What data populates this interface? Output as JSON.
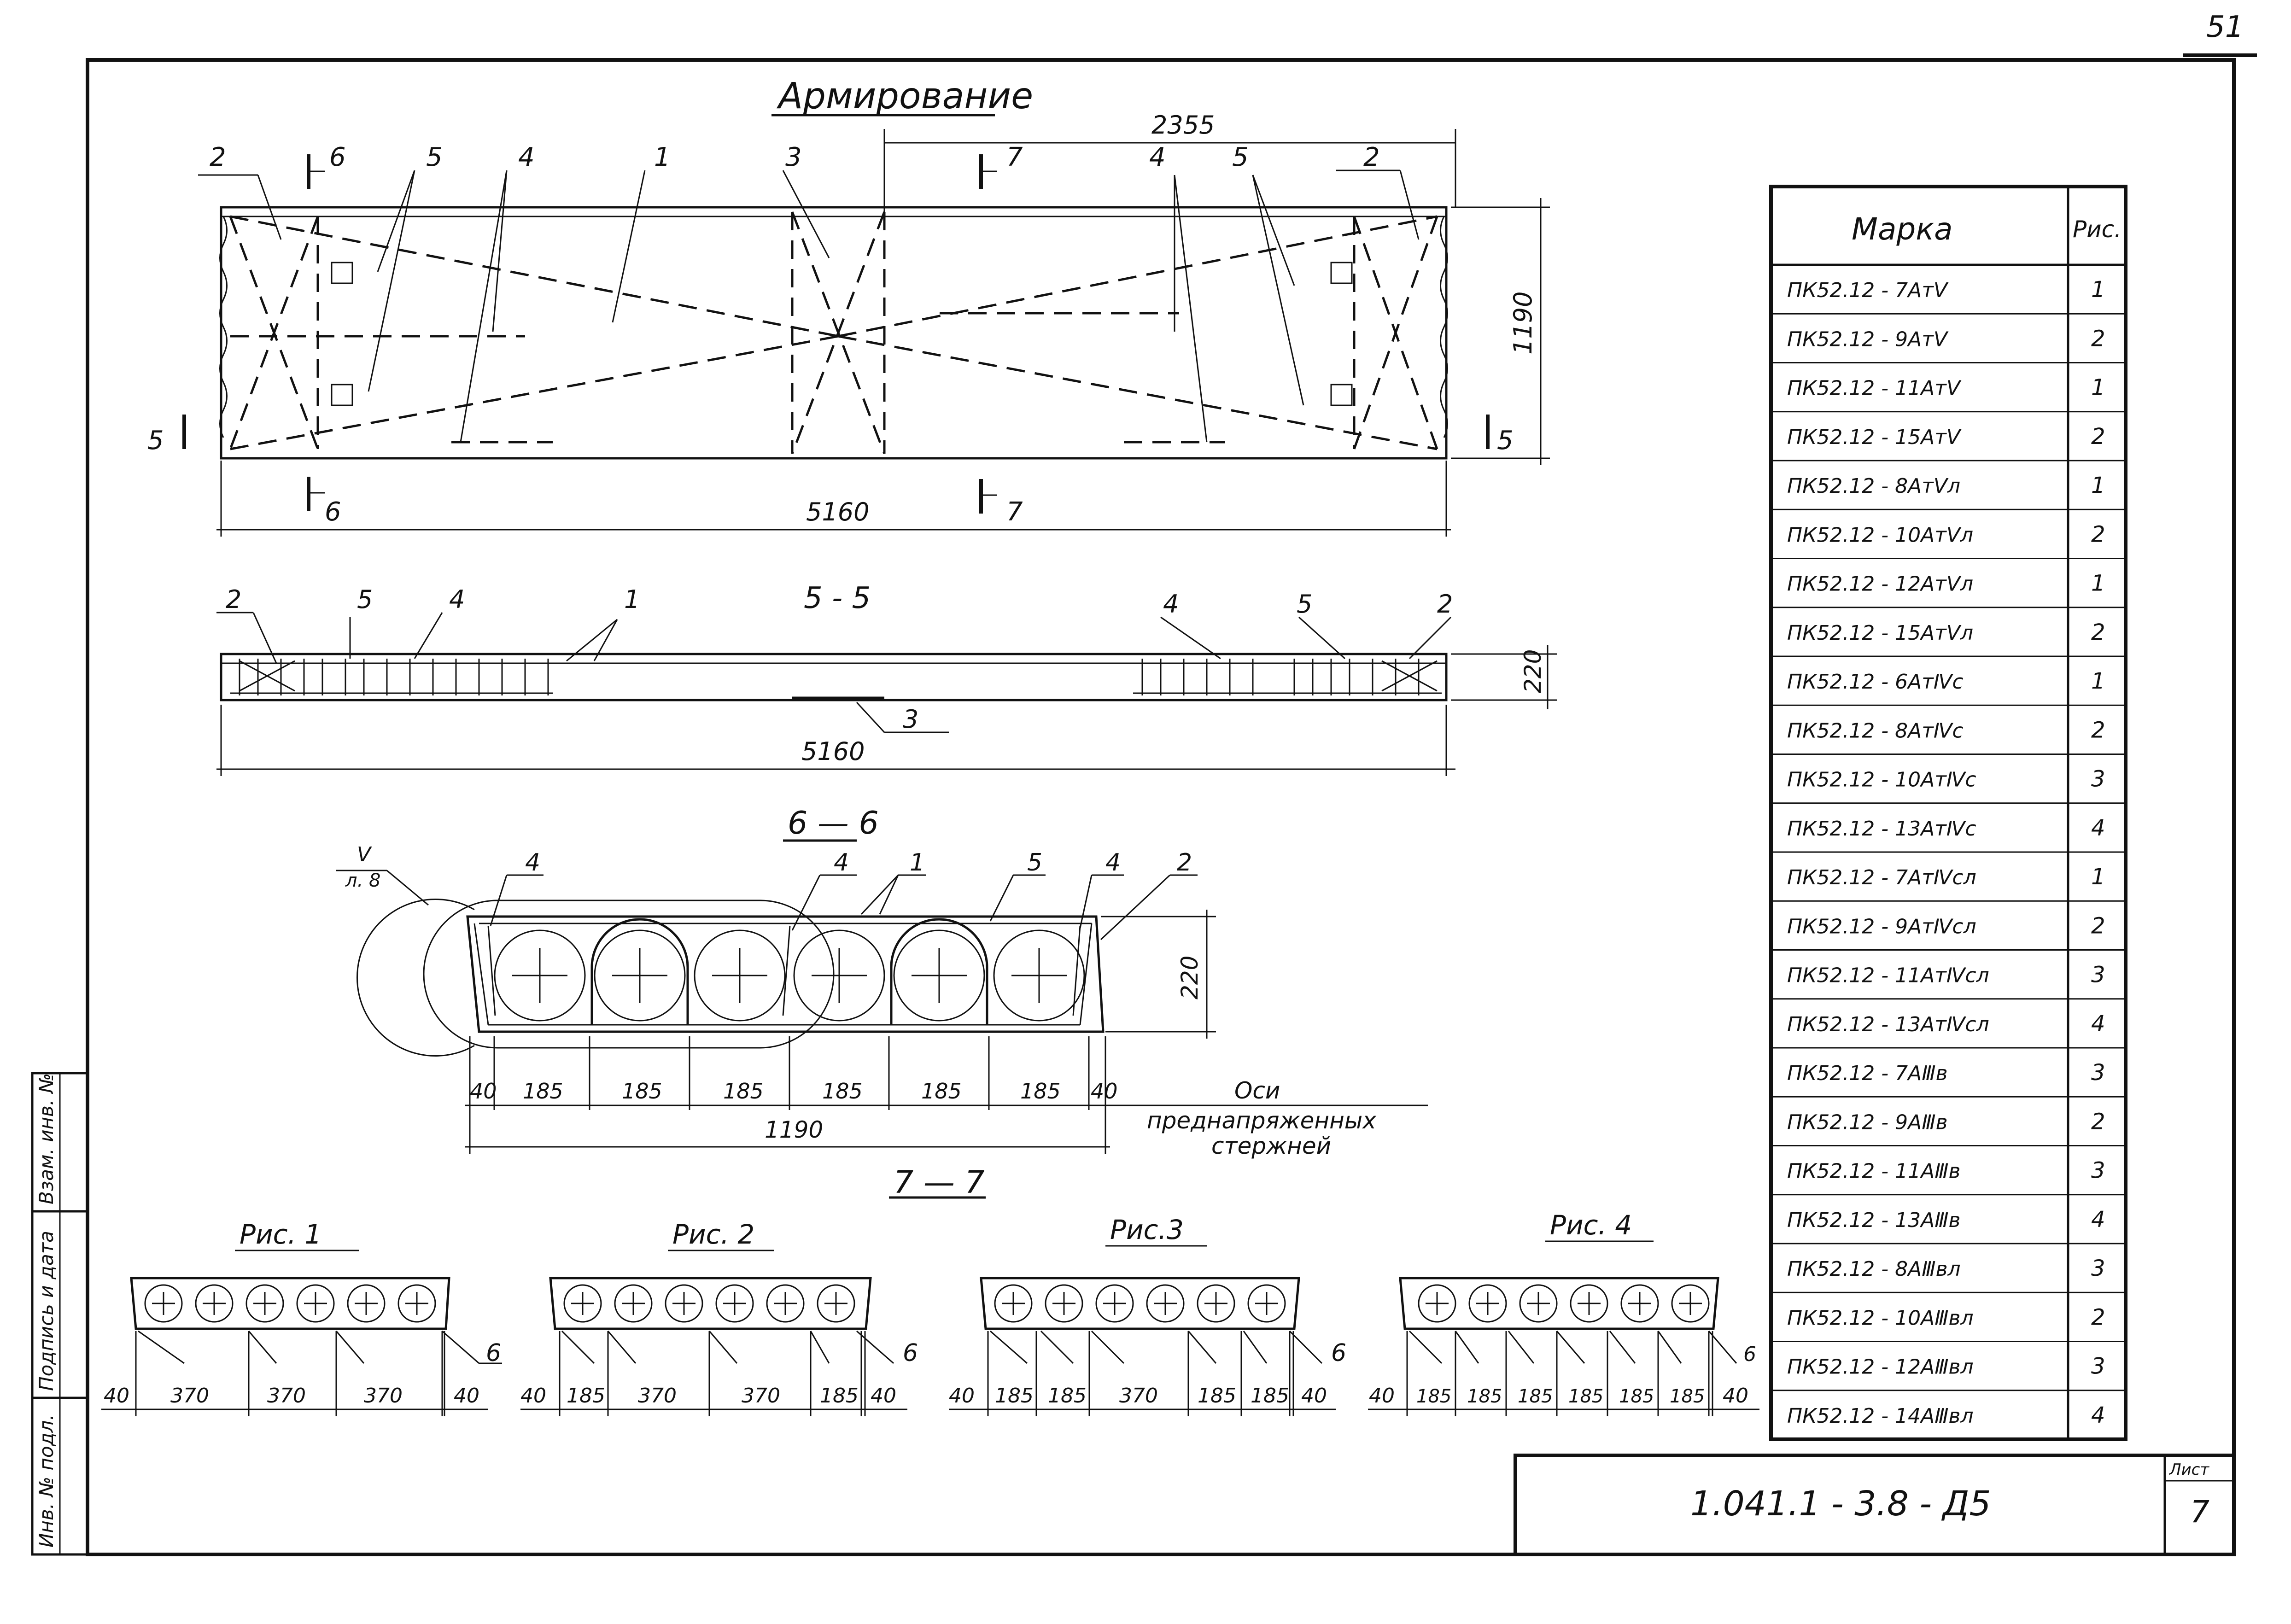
{
  "page_number": "51",
  "main_title": "Армирование",
  "plan": {
    "dim_top": "2355",
    "dim_bottom": "5160",
    "dim_right": "1190",
    "callouts": [
      "2",
      "6",
      "5",
      "4",
      "1",
      "3",
      "7",
      "4",
      "5",
      "2"
    ],
    "section_left": "5",
    "section_right": "5",
    "section_6_top": "6",
    "section_6_bottom": "6",
    "section_7_top": "7",
    "section_7_bottom": "7"
  },
  "section_5_5": {
    "title": "5 - 5",
    "callouts": [
      "2",
      "5",
      "4",
      "1",
      "4",
      "5",
      "2",
      "3"
    ],
    "dim_bottom": "5160",
    "dim_right": "220"
  },
  "section_6_6": {
    "title": "6 — 6",
    "detail_mark": "V",
    "detail_sheet": "л. 8",
    "callouts": [
      "4",
      "4",
      "1",
      "5",
      "4",
      "2"
    ],
    "dim_right": "220",
    "spacing": [
      "40",
      "185",
      "185",
      "185",
      "185",
      "185",
      "185",
      "40"
    ],
    "dim_total": "1190",
    "axes_note": [
      "Оси",
      "преднапряженных",
      "стержней"
    ]
  },
  "section_7_7": {
    "title": "7 — 7"
  },
  "figures": [
    {
      "title": "Рис. 1",
      "marker": "6",
      "dims": [
        "40",
        "370",
        "370",
        "370",
        "40"
      ]
    },
    {
      "title": "Рис. 2",
      "marker": "6",
      "dims": [
        "40",
        "185",
        "370",
        "370",
        "185",
        "40"
      ]
    },
    {
      "title": "Рис.3",
      "marker": "6",
      "dims": [
        "40",
        "185",
        "185",
        "370",
        "185",
        "185",
        "40"
      ]
    },
    {
      "title": "Рис. 4",
      "marker": "6",
      "dims": [
        "40",
        "185",
        "185",
        "185",
        "185",
        "185",
        "185",
        "40"
      ]
    }
  ],
  "marks_table": {
    "headers": [
      "Марка",
      "Рис."
    ],
    "rows": [
      [
        "ПК52.12 - 7АтⅤ",
        "1"
      ],
      [
        "ПК52.12 - 9АтⅤ",
        "2"
      ],
      [
        "ПК52.12 - 11АтⅤ",
        "1"
      ],
      [
        "ПК52.12 - 15АтⅤ",
        "2"
      ],
      [
        "ПК52.12 - 8АтⅤл",
        "1"
      ],
      [
        "ПК52.12 - 10АтⅤл",
        "2"
      ],
      [
        "ПК52.12 - 12АтⅤл",
        "1"
      ],
      [
        "ПК52.12 - 15АтⅤл",
        "2"
      ],
      [
        "ПК52.12 - 6АтⅣс",
        "1"
      ],
      [
        "ПК52.12 - 8АтⅣс",
        "2"
      ],
      [
        "ПК52.12 - 10АтⅣс",
        "3"
      ],
      [
        "ПК52.12 - 13АтⅣс",
        "4"
      ],
      [
        "ПК52.12 - 7АтⅣсл",
        "1"
      ],
      [
        "ПК52.12 - 9АтⅣсл",
        "2"
      ],
      [
        "ПК52.12 - 11АтⅣсл",
        "3"
      ],
      [
        "ПК52.12 - 13АтⅣсл",
        "4"
      ],
      [
        "ПК52.12 - 7АⅢв",
        "3"
      ],
      [
        "ПК52.12 - 9АⅢв",
        "2"
      ],
      [
        "ПК52.12 - 11АⅢв",
        "3"
      ],
      [
        "ПК52.12 - 13АⅢв",
        "4"
      ],
      [
        "ПК52.12 - 8АⅢвл",
        "3"
      ],
      [
        "ПК52.12 - 10АⅢвл",
        "2"
      ],
      [
        "ПК52.12 - 12АⅢвл",
        "3"
      ],
      [
        "ПК52.12 - 14АⅢвл",
        "4"
      ]
    ]
  },
  "title_block": {
    "doc_code": "1.041.1 - 3.8 - Д5",
    "sheet_label": "Лист",
    "sheet_number": "7"
  },
  "side_stamp": [
    "Инв. № подл.",
    "Подпись и дата",
    "Взам. инв. №"
  ]
}
